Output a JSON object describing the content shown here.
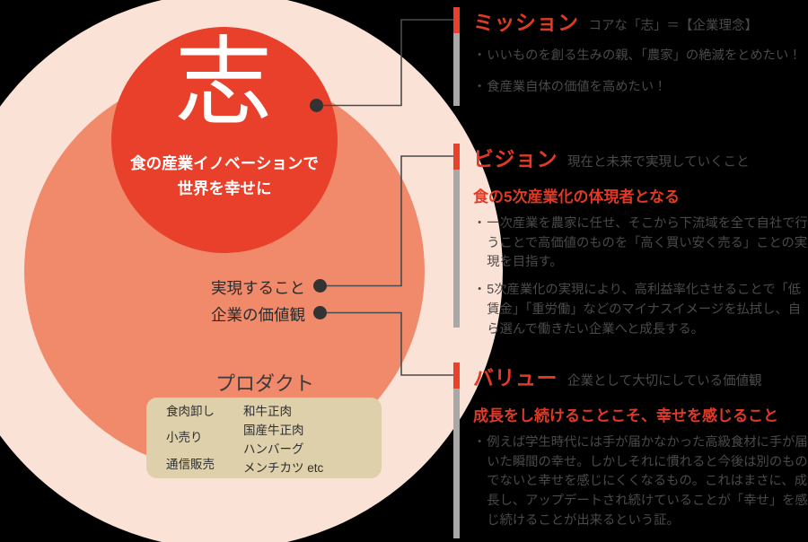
{
  "diagram": {
    "core": {
      "kanji": "志",
      "tagline": "食の産業イノベーションで\n世界を幸せに"
    },
    "node_labels": {
      "vision": "実現すること",
      "value": "企業の価値観"
    },
    "product": {
      "title": "プロダクト",
      "channels": [
        "食肉卸し",
        "小売り",
        "通信販売"
      ],
      "items": [
        "和牛正肉",
        "国産牛正肉",
        "ハンバーグ",
        "メンチカツ etc"
      ]
    },
    "colors": {
      "ring_outer": "#FBE2D7",
      "ring_middle": "#F08A6A",
      "ring_inner": "#E8402A",
      "accent_red": "#E03A26",
      "bar_gray": "#A8A8A8",
      "product_box": "#DFD0AC",
      "dot": "#333333",
      "background": "#000000"
    }
  },
  "sections": {
    "mission": {
      "title": "ミッション",
      "subtitle": "コアな「志」＝【企業理念】",
      "bullets": [
        {
          "mark": "・",
          "text": "いいものを創る生みの親、「農家」の絶滅をとめたい！"
        },
        {
          "mark": "・",
          "text": "食産業自体の価値を高めたい！"
        }
      ]
    },
    "vision": {
      "title": "ビジョン",
      "subtitle": "現在と未来で実現していくこと",
      "lead": "食の5次産業化の体現者となる",
      "bullets": [
        {
          "mark": "・",
          "text": "一次産業を農家に任せ、そこから下流域を全て自社で行うことで高価値のものを「高く買い安く売る」ことの実現を目指す。"
        },
        {
          "mark": "・",
          "text": "5次産業化の実現により、高利益率化させることで「低賃金」「重労働」などのマイナスイメージを払拭し、自ら選んで働きたい企業へと成長する。"
        }
      ]
    },
    "value": {
      "title": "バリュー",
      "subtitle": "企業として大切にしている価値観",
      "lead": "成長をし続けることこそ、幸せを感じること",
      "bullets": [
        {
          "mark": "・",
          "text": "例えば学生時代には手が届かなかった高級食材に手が届いた瞬間の幸せ。しかしそれに慣れると今後は別のものでないと幸せを感じにくくなるもの。これはまさに、成長し、アップデートされ続けていることが「幸せ」を感じ続けることが出来るという証。"
        }
      ]
    }
  }
}
